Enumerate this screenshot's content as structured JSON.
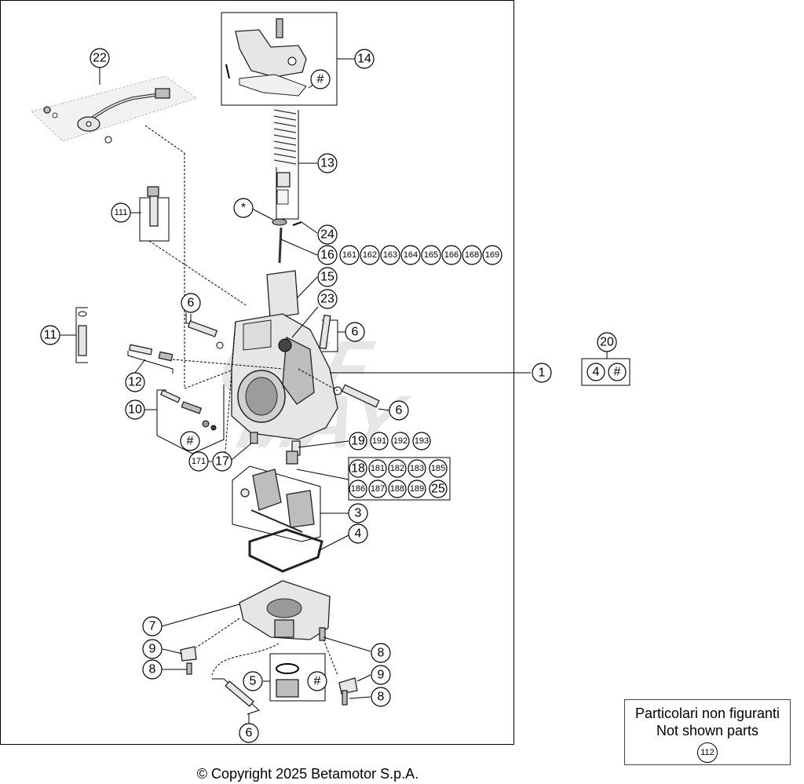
{
  "diagram": {
    "callouts": {
      "c1": "1",
      "c3": "3",
      "c4": "4",
      "c5": "5",
      "c6a": "6",
      "c6b": "6",
      "c6c": "6",
      "c6d": "6",
      "c7": "7",
      "c8a": "8",
      "c8b": "8",
      "c8c": "8",
      "c9a": "9",
      "c9b": "9",
      "c10": "10",
      "c11": "11",
      "c12": "12",
      "c13": "13",
      "c14": "14",
      "c15": "15",
      "c16": "16",
      "c17": "17",
      "c18": "18",
      "c19": "19",
      "c20": "20",
      "c22": "22",
      "c23": "23",
      "c24": "24",
      "c25": "25",
      "c111": "111",
      "c171": "171",
      "star": "*",
      "hash14": "#",
      "hash10": "#",
      "hash5": "#"
    },
    "group16": [
      "161",
      "162",
      "163",
      "164",
      "165",
      "166",
      "168",
      "169"
    ],
    "group19": [
      "191",
      "192",
      "193"
    ],
    "group18_row1": [
      "181",
      "182",
      "183",
      "185"
    ],
    "group18_row2": [
      "186",
      "187",
      "188",
      "189"
    ],
    "group20": [
      "4",
      "#"
    ]
  },
  "not_shown": {
    "title_it": "Particolari non figuranti",
    "title_en": "Not shown parts",
    "part": "112"
  },
  "copyright": "© Copyright 2025 Betamotor S.p.A.",
  "colors": {
    "line": "#000000",
    "part_fill": "#e6e6e6",
    "watermark": "#d6d6d6"
  }
}
